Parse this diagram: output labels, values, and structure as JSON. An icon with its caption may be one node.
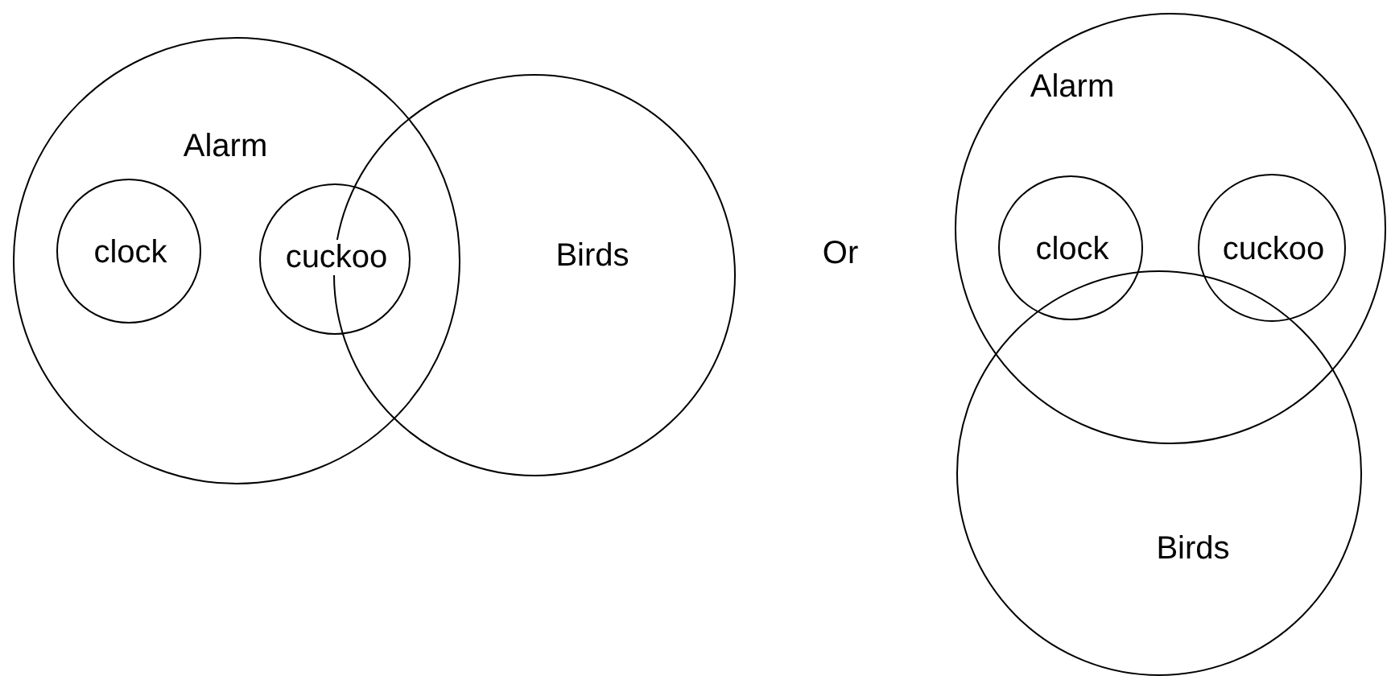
{
  "diagram": {
    "nodes": [
      {
        "text": [
          "Alarm"
        ]
      },
      {
        "text": [
          "clock"
        ],
        "in": 0
      },
      {
        "text": [
          "cuckoo"
        ],
        "in": 0
      },
      {
        "text": [
          "Birds"
        ]
      },
      {
        "text": [
          "Alarm"
        ]
      },
      {
        "text": [
          "clock"
        ],
        "in": 4
      },
      {
        "text": [
          "cuckoo"
        ],
        "in": 4
      },
      {
        "text": [
          "Birds"
        ]
      }
    ],
    "labels": [
      "Or"
    ]
  }
}
